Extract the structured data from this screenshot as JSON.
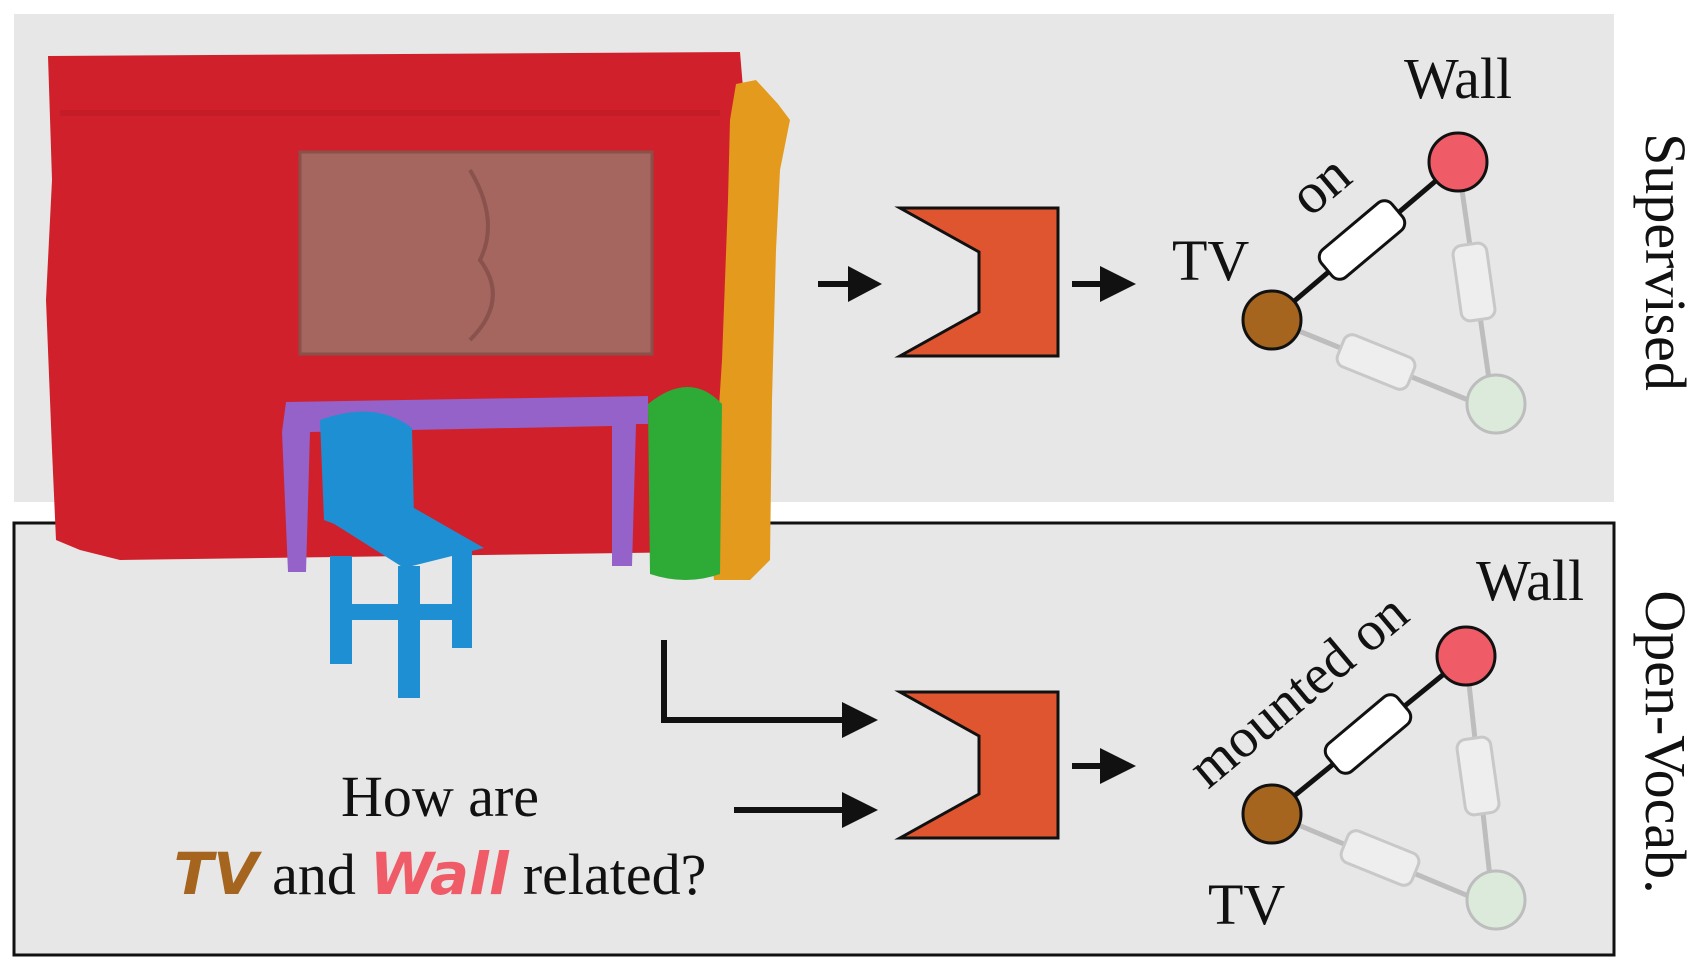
{
  "panels": {
    "supervised_label": "Supervised",
    "open_vocab_label": "Open-Vocab."
  },
  "supervised": {
    "node_tv": "TV",
    "node_wall": "Wall",
    "edge_label": "on"
  },
  "open_vocab": {
    "node_tv": "TV",
    "node_wall": "Wall",
    "edge_label": "mounted on",
    "query": {
      "line1": "How are",
      "obj1": "TV",
      "and": "and",
      "obj2": "Wall",
      "tail": "related?"
    }
  },
  "colors": {
    "panel_bg": "#e7e7e7",
    "network": "#de5530",
    "tv_node": "#a5651f",
    "wall_node": "#ef5b66",
    "other_node": "#dbeadb",
    "scene_wall": "#d0202b",
    "scene_tv": "#a5665f",
    "scene_table": "#9462c9",
    "scene_chair": "#1f8fd3",
    "scene_bin": "#2eaa36",
    "scene_door": "#e49a1c"
  }
}
